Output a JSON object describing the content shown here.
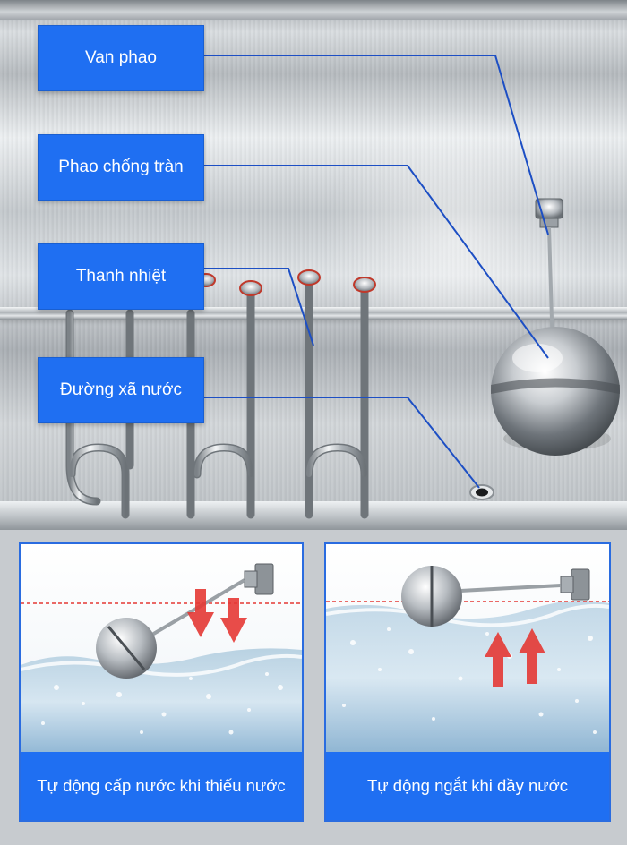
{
  "labels": {
    "float_valve": "Van phao",
    "overflow_float": "Phao chống tràn",
    "heating_bar": "Thanh nhiệt",
    "drain_line": "Đường xã nước"
  },
  "panels": {
    "left_caption": "Tự động cấp nước khi thiếu nước",
    "right_caption": "Tự động ngắt khi đầy nước"
  },
  "colors": {
    "label_blue": "#1f6ff2",
    "arrow_red": "#e53935",
    "leader_line": "#1d4fc4"
  }
}
